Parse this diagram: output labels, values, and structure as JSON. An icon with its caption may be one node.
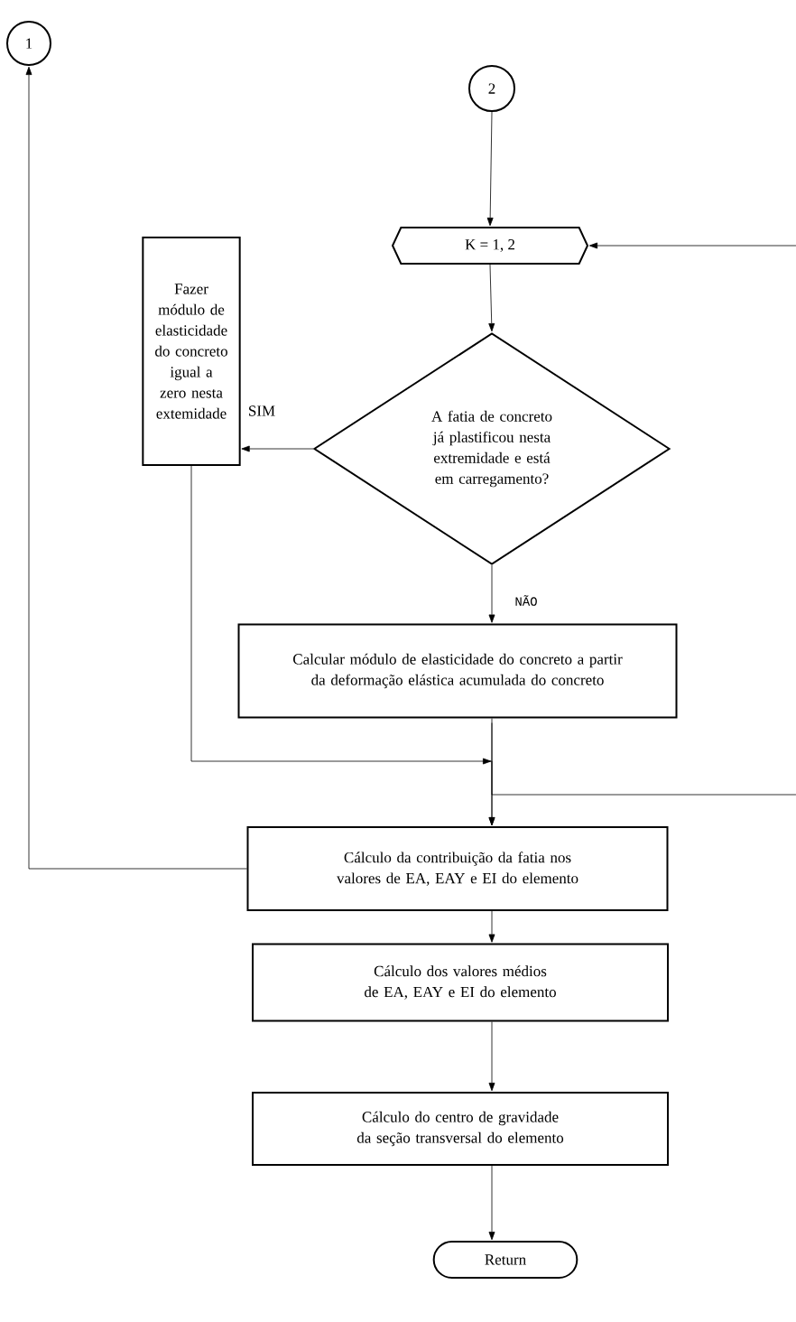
{
  "diagram": {
    "nodes": [
      {
        "text": [
          "1"
        ]
      },
      {
        "text": [
          "2"
        ]
      },
      {
        "text": [
          "K = 1, 2"
        ]
      },
      {
        "text": [
          "A fatia de concreto já plastificou nesta extremidade e está em carregamento?"
        ]
      },
      {
        "text": [
          "Fazer módulo de elasticidade do concreto igual a zero nesta extemidade"
        ]
      },
      {
        "text": [
          "Calcular módulo de elasticidade do concreto a partir da deformação elástica acumulada do concreto"
        ]
      },
      {
        "text": [
          "Cálculo da contribuição da fatia nos valores de EA, EAY e EI do elemento"
        ]
      },
      {
        "text": [
          "Cálculo dos valores médios de EA, EAY e EI do elemento"
        ]
      },
      {
        "text": [
          "Cálculo do centro de gravidade da seção transversal do elemento"
        ]
      },
      {
        "text": [
          "Return"
        ]
      }
    ],
    "edges": [
      {
        "from": 1,
        "to": 2,
        "arrow": "to"
      },
      {
        "from": 2,
        "to": 3,
        "arrow": "to"
      },
      {
        "from": 3,
        "to": 4,
        "arrow": "to",
        "label": "SIM"
      },
      {
        "from": 3,
        "to": 5,
        "arrow": "to",
        "label": "NÃO"
      },
      {
        "from": 4,
        "to": 6,
        "arrow": "to"
      },
      {
        "from": 5,
        "to": 6,
        "arrow": "to"
      },
      {
        "from": 5,
        "to": null,
        "arrow": "none"
      },
      {
        "from": null,
        "to": 2,
        "arrow": "to"
      },
      {
        "from": 6,
        "to": 0,
        "arrow": "to"
      },
      {
        "from": 6,
        "to": 7,
        "arrow": "to"
      },
      {
        "from": 7,
        "to": 8,
        "arrow": "to"
      },
      {
        "from": 8,
        "to": 9,
        "arrow": "to"
      }
    ]
  }
}
